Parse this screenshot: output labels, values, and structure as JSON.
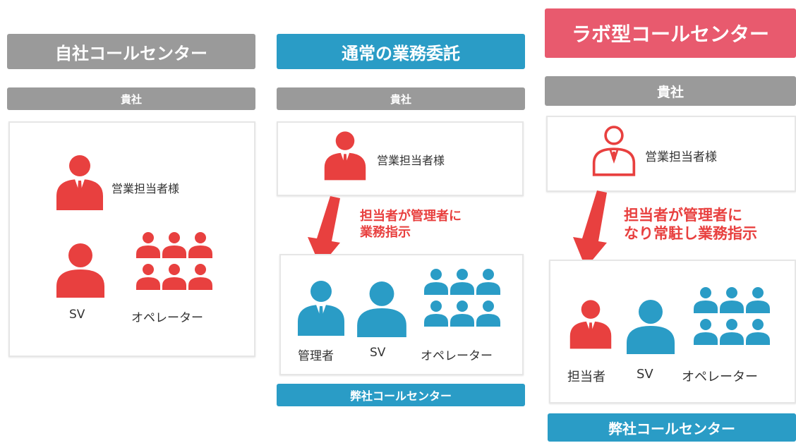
{
  "colors": {
    "red": "#e8403f",
    "blue": "#2a9cc6",
    "gray": "#9a9a9a",
    "pink": "#e85a6e"
  },
  "columns": [
    {
      "title": "自社コールセンター",
      "client_label": "貴社",
      "sales_label": "営業担当者様",
      "sv_label": "SV",
      "operator_label": "オペレーター"
    },
    {
      "title": "通常の業務委託",
      "client_label": "貴社",
      "sales_label": "営業担当者様",
      "instruction_line1": "担当者が管理者に",
      "instruction_line2": "業務指示",
      "manager_label": "管理者",
      "sv_label": "SV",
      "operator_label": "オペレーター",
      "footer_label": "弊社コールセンター"
    },
    {
      "title": "ラボ型コールセンター",
      "client_label": "貴社",
      "sales_label": "営業担当者様",
      "instruction_line1": "担当者が管理者に",
      "instruction_line2": "なり常駐し業務指示",
      "person_label": "担当者",
      "sv_label": "SV",
      "operator_label": "オペレーター",
      "footer_label": "弊社コールセンター"
    }
  ]
}
